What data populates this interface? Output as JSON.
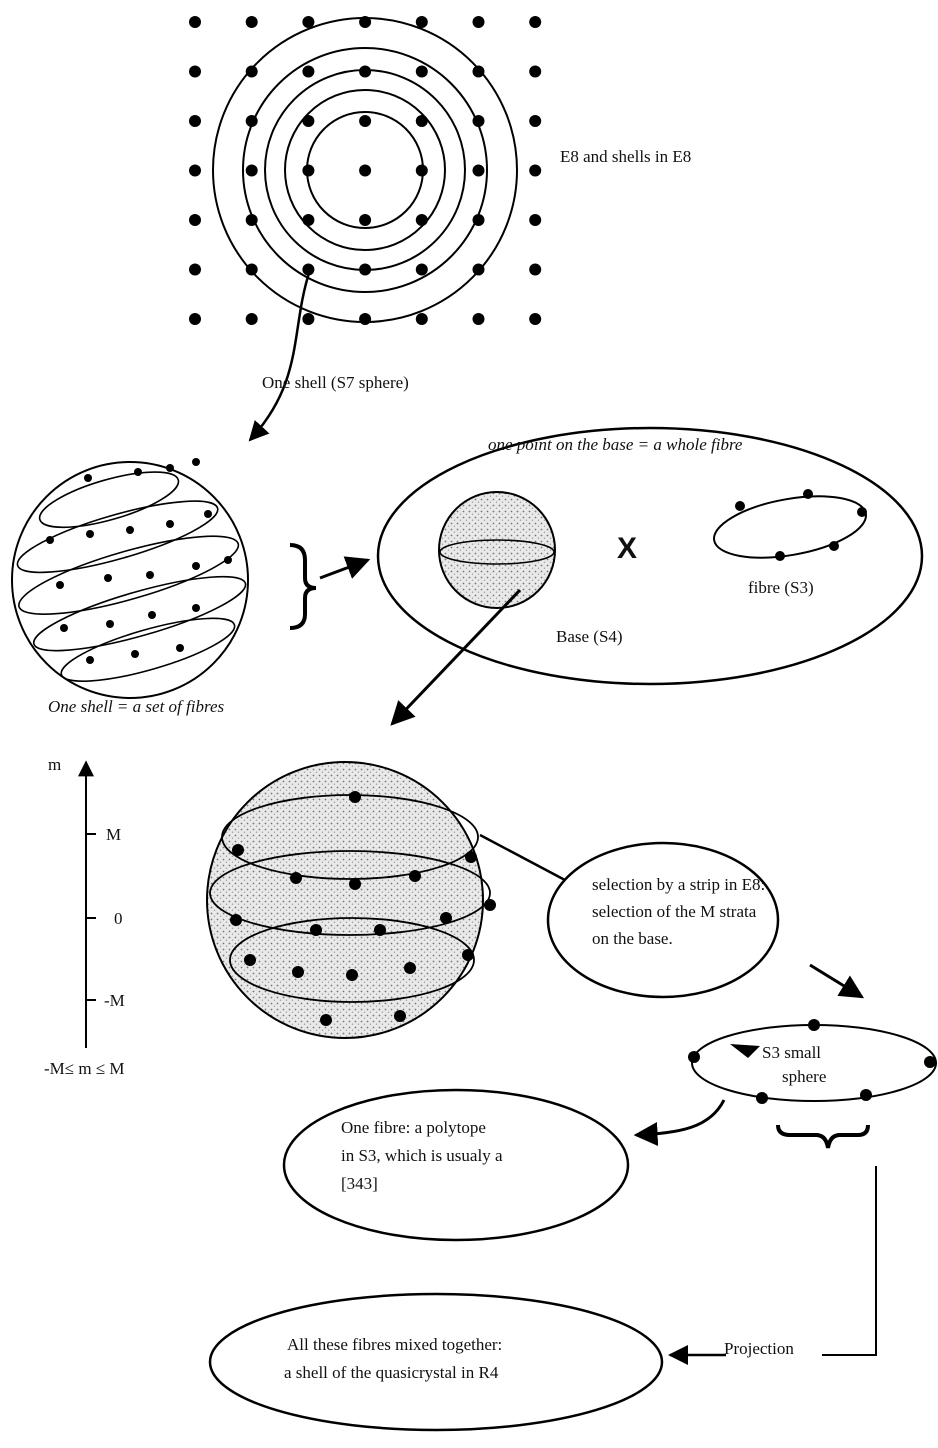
{
  "labels": {
    "e8_caption": "E8 and shells in E8",
    "one_shell_s7": "One shell (S7 sphere)",
    "one_shell_fibres": "One shell = a set of fibres",
    "base_point_fibre": "one point on the base = a whole fibre",
    "cross_symbol": "X",
    "fibre_s3": "fibre (S3)",
    "base_s4": "Base (S4)",
    "axis_m": "m",
    "axis_M": "M",
    "axis_zero": "0",
    "axis_minus_M": "-M",
    "axis_range": "-M≤ m ≤ M",
    "selection_line1": "selection by a strip in E8:",
    "selection_line2": "selection of the M strata",
    "selection_line3": "on the base.",
    "s3_small_line1": "S3 small",
    "s3_small_line2": "sphere",
    "polytope_line1": "One fibre: a polytope",
    "polytope_line2": "in S3, which is usualy a",
    "polytope_line3": "[343]",
    "projection": "Projection",
    "mixed_line1": "All these fibres mixed together:",
    "mixed_line2": "a shell of the quasicrystal in R4"
  }
}
